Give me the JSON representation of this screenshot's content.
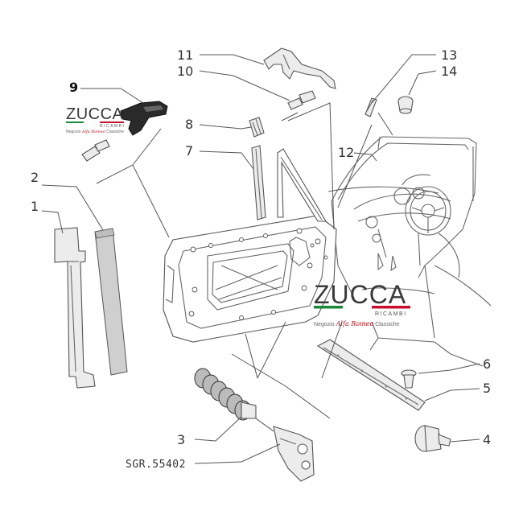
{
  "diagram": {
    "part_labels": [
      "1",
      "2",
      "3",
      "4",
      "5",
      "6",
      "7",
      "8",
      "9",
      "10",
      "11",
      "12",
      "13",
      "14"
    ],
    "part_code": "SGR.55402"
  },
  "watermark": {
    "name": "ZUCCA",
    "subtitle": "RICAMBI",
    "tagline_prefix": "Negozio",
    "tagline_brand": "Alfa Romeo",
    "tagline_suffix": "Classiche",
    "colors": {
      "green": "#1a8a3a",
      "red": "#c8102e",
      "white": "#ffffff",
      "text": "#3a3a3a"
    }
  }
}
